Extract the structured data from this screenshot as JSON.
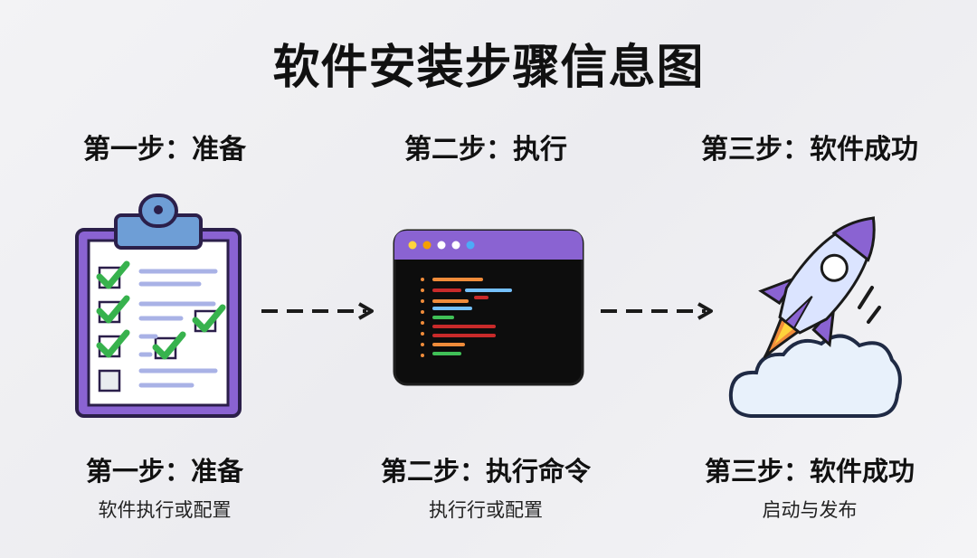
{
  "title": "软件安装步骤信息图",
  "steps": [
    {
      "header": "第一步：准备",
      "name": "第一步：准备",
      "description": "软件执行或配置",
      "icon": "clipboard-checklist-icon"
    },
    {
      "header": "第二步：执行",
      "name": "第二步：执行命令",
      "description": "执行行或配置",
      "icon": "terminal-window-icon"
    },
    {
      "header": "第三步：软件成功",
      "name": "第三步：软件成功",
      "description": "启动与发布",
      "icon": "rocket-launch-icon"
    }
  ],
  "colors": {
    "purple": "#8a63d2",
    "green": "#37b24d",
    "terminal_bg": "#0d0d0d",
    "orange": "#f08c3a",
    "cloud": "#e8f1fb"
  }
}
